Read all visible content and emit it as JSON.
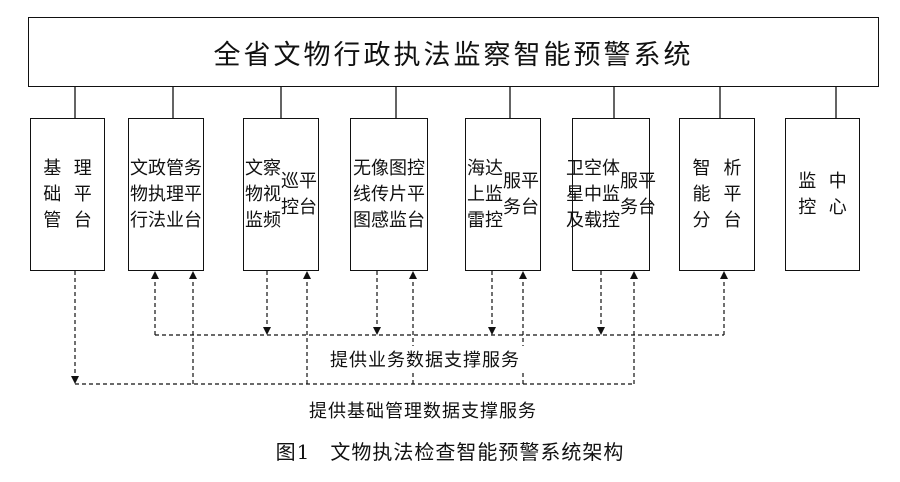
{
  "title": "全省文物行政执法监察智能预警系统",
  "platforms": [
    {
      "label": "基础管\n理平台"
    },
    {
      "label": "文物行\n政执法\n管理业\n务平台"
    },
    {
      "label": "文物监\n察视频\n巡控\n平台"
    },
    {
      "label": "无线图\n像传感\n图片监\n控平台"
    },
    {
      "label": "海上雷\n达监控\n服务\n平台"
    },
    {
      "label": "卫星及\n空中载\n体监控\n服务\n平台"
    },
    {
      "label": "智能分\n析平台"
    },
    {
      "label": "监控\n中心"
    }
  ],
  "services": {
    "business": "提供业务数据支撑服务",
    "basic": "提供基础管理数据支撑服务"
  },
  "caption": {
    "number": "图1",
    "text": "文物执法检查智能预警系统架构"
  }
}
